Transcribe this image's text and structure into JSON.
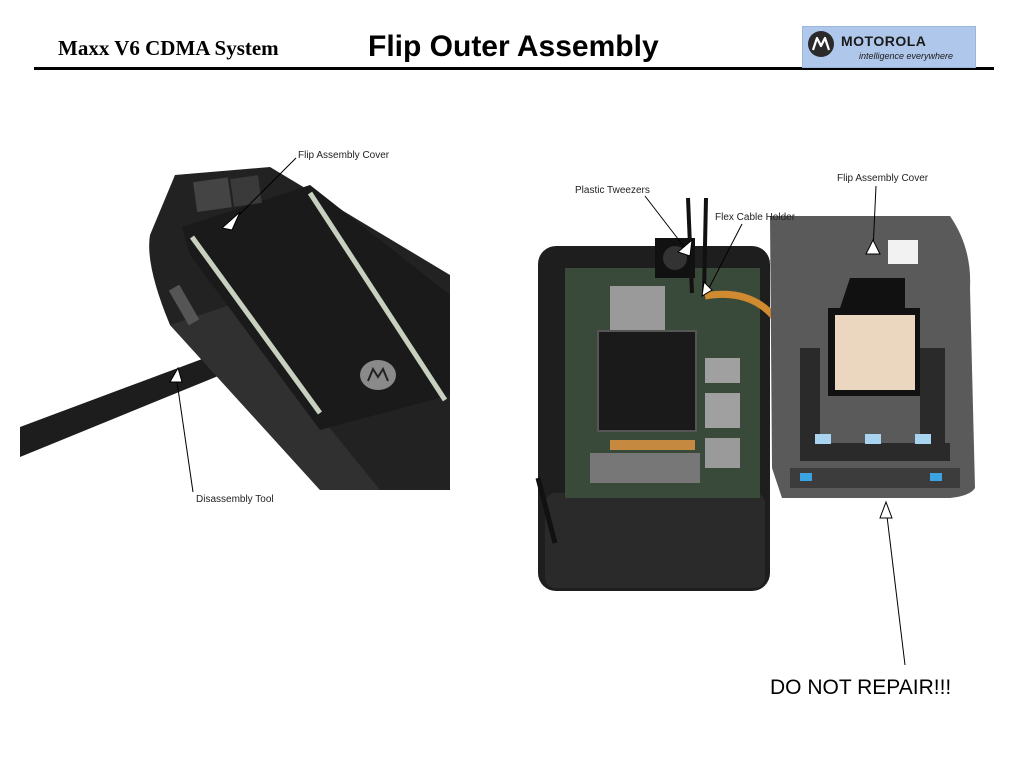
{
  "header": {
    "system_title": "Maxx V6 CDMA System",
    "title": "Flip Outer Assembly",
    "logo": {
      "wordmark": "MOTOROLA",
      "tagline": "intelligence everywhere",
      "emblem_icon": "motorola-batwing-icon",
      "background_color": "#aec7ea"
    }
  },
  "left_photo": {
    "callouts": {
      "flip_cover": "Flip Assembly Cover",
      "tool": "Disassembly Tool"
    }
  },
  "right_photo": {
    "callouts": {
      "tweezers": "Plastic Tweezers",
      "flex_holder": "Flex Cable Holder",
      "flip_cover": "Flip Assembly Cover"
    }
  },
  "warning": "DO NOT REPAIR!!!"
}
